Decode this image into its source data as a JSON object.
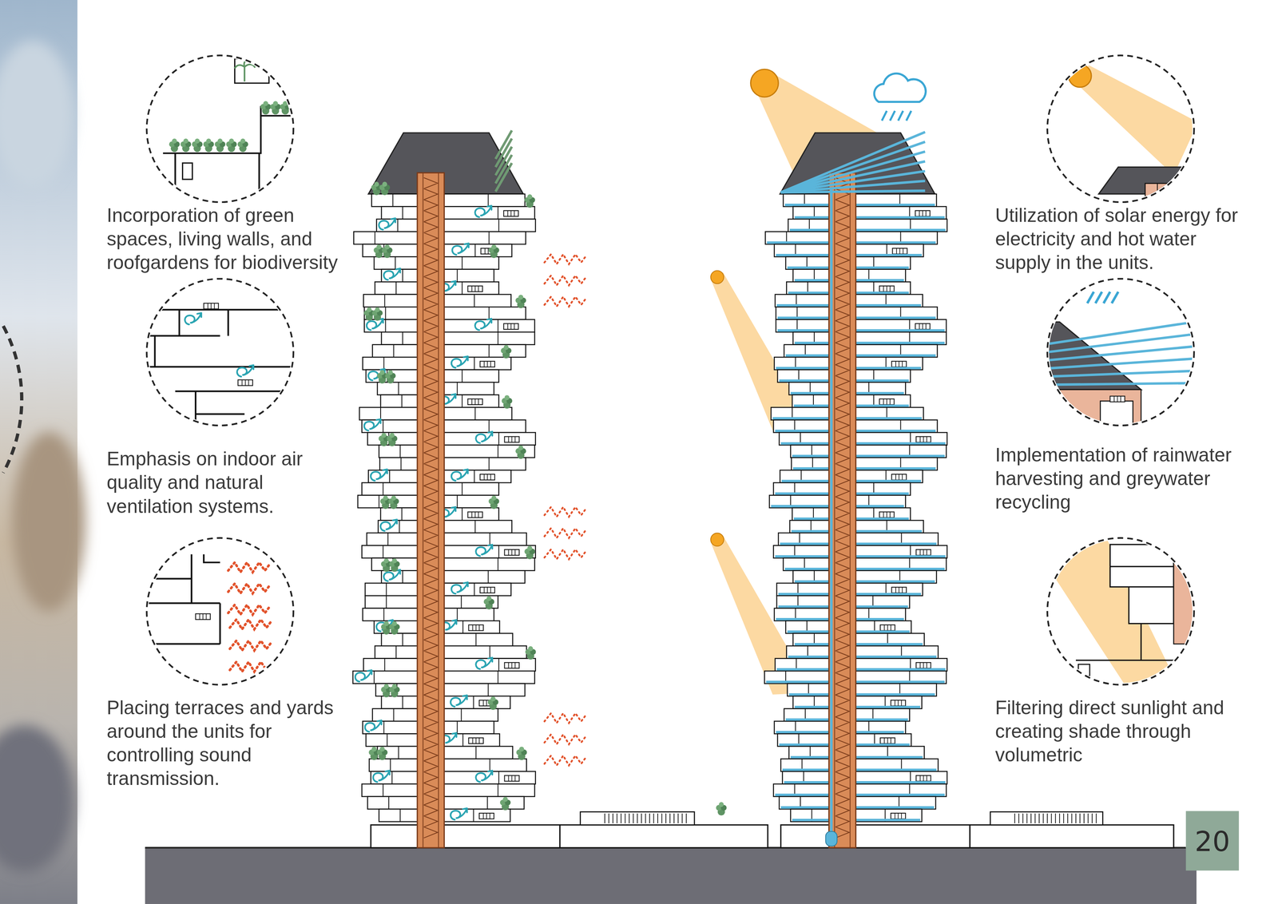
{
  "diagram": {
    "nodes": [
      {
        "text": [
          "20"
        ]
      }
    ],
    "labels": [
      "Incorporation of green spaces, living walls, and roofgardens for biodiversity",
      "Emphasis on indoor air quality and natural ventilation systems.",
      "Placing terraces and yards around the units for controlling sound transmission.",
      "Utilization of solar energy for electricity and hot water supply in the units.",
      "Implementation of rainwater harvesting and greywater recycling",
      "Filtering direct sunlight and creating shade through volumetric"
    ]
  }
}
